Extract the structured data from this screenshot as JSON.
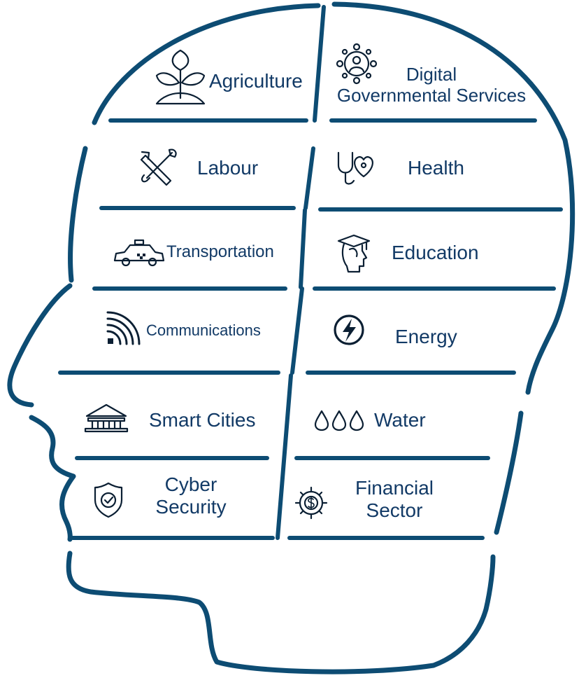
{
  "theme": {
    "outline": "#0d4c73",
    "text": "#123a66",
    "icon": "#0b1f33"
  },
  "sectors": {
    "agriculture": {
      "label": "Agriculture",
      "icon": "sprout-icon"
    },
    "digital": {
      "line1": "Digital",
      "line2": "Governmental Services",
      "icon": "globe-network-icon"
    },
    "labour": {
      "label": "Labour",
      "icon": "wrench-screwdriver-icon"
    },
    "health": {
      "label": "Health",
      "icon": "stethoscope-heart-icon"
    },
    "transportation": {
      "label": "Transportation",
      "icon": "taxi-icon"
    },
    "education": {
      "label": "Education",
      "icon": "graduate-head-icon"
    },
    "communications": {
      "label": "Communications",
      "icon": "signal-waves-icon"
    },
    "energy": {
      "label": "Energy",
      "icon": "lightning-icon"
    },
    "smart_cities": {
      "label": "Smart Cities",
      "icon": "building-icon"
    },
    "water": {
      "label": "Water",
      "icon": "water-drops-icon"
    },
    "cyber_security": {
      "line1": "Cyber",
      "line2": "Security",
      "icon": "shield-check-icon"
    },
    "financial_sector": {
      "line1": "Financial",
      "line2": "Sector",
      "icon": "gear-dollar-icon"
    }
  }
}
